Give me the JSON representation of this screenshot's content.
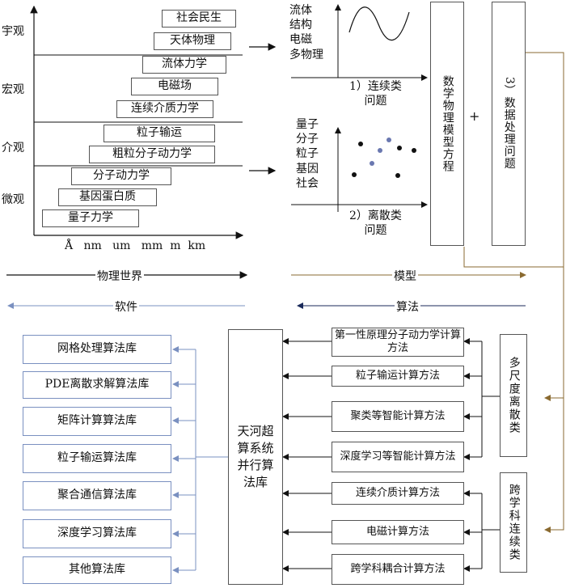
{
  "physical": {
    "scales": [
      "宇观",
      "宏观",
      "介观",
      "微观"
    ],
    "units": "Å   nm   um   mm  m  km",
    "bars": [
      "社会民生",
      "天体物理",
      "流体力学",
      "电磁场",
      "连续介质力学",
      "粒子输运",
      "粗粒分子动力学",
      "分子动力学",
      "基因蛋白质",
      "量子力学"
    ]
  },
  "continuous": {
    "terms": "流体\n结构\n电磁\n多物理",
    "caption": "1）连续类\n问题"
  },
  "discrete": {
    "terms": "量子\n分子\n粒子\n基因\n社会",
    "caption": "2）离散类\n问题"
  },
  "model_box": "数学物理模型方程",
  "plus": "+",
  "data_box": "3）数据处理问题",
  "flow": {
    "physical_world": "物理世界",
    "model": "模型",
    "software": "软件",
    "algorithm": "算法"
  },
  "multiscale_box": "多尺度离散类",
  "cross_box": "跨学科连续类",
  "methods": [
    "第一性原理分子动力学计算方法",
    "粒子输运计算方法",
    "聚类等智能计算方法",
    "深度学习等智能计算方法",
    "连续介质计算方法",
    "电磁计算方法",
    "跨学科耦合计算方法"
  ],
  "central_box": "天河超算系统并行算法库",
  "libraries": [
    "网格处理算法库",
    "PDE离散求解算法库",
    "矩阵计算算法库",
    "粒子输运算法库",
    "聚合通信算法库",
    "深度学习算法库",
    "其他算法库"
  ]
}
